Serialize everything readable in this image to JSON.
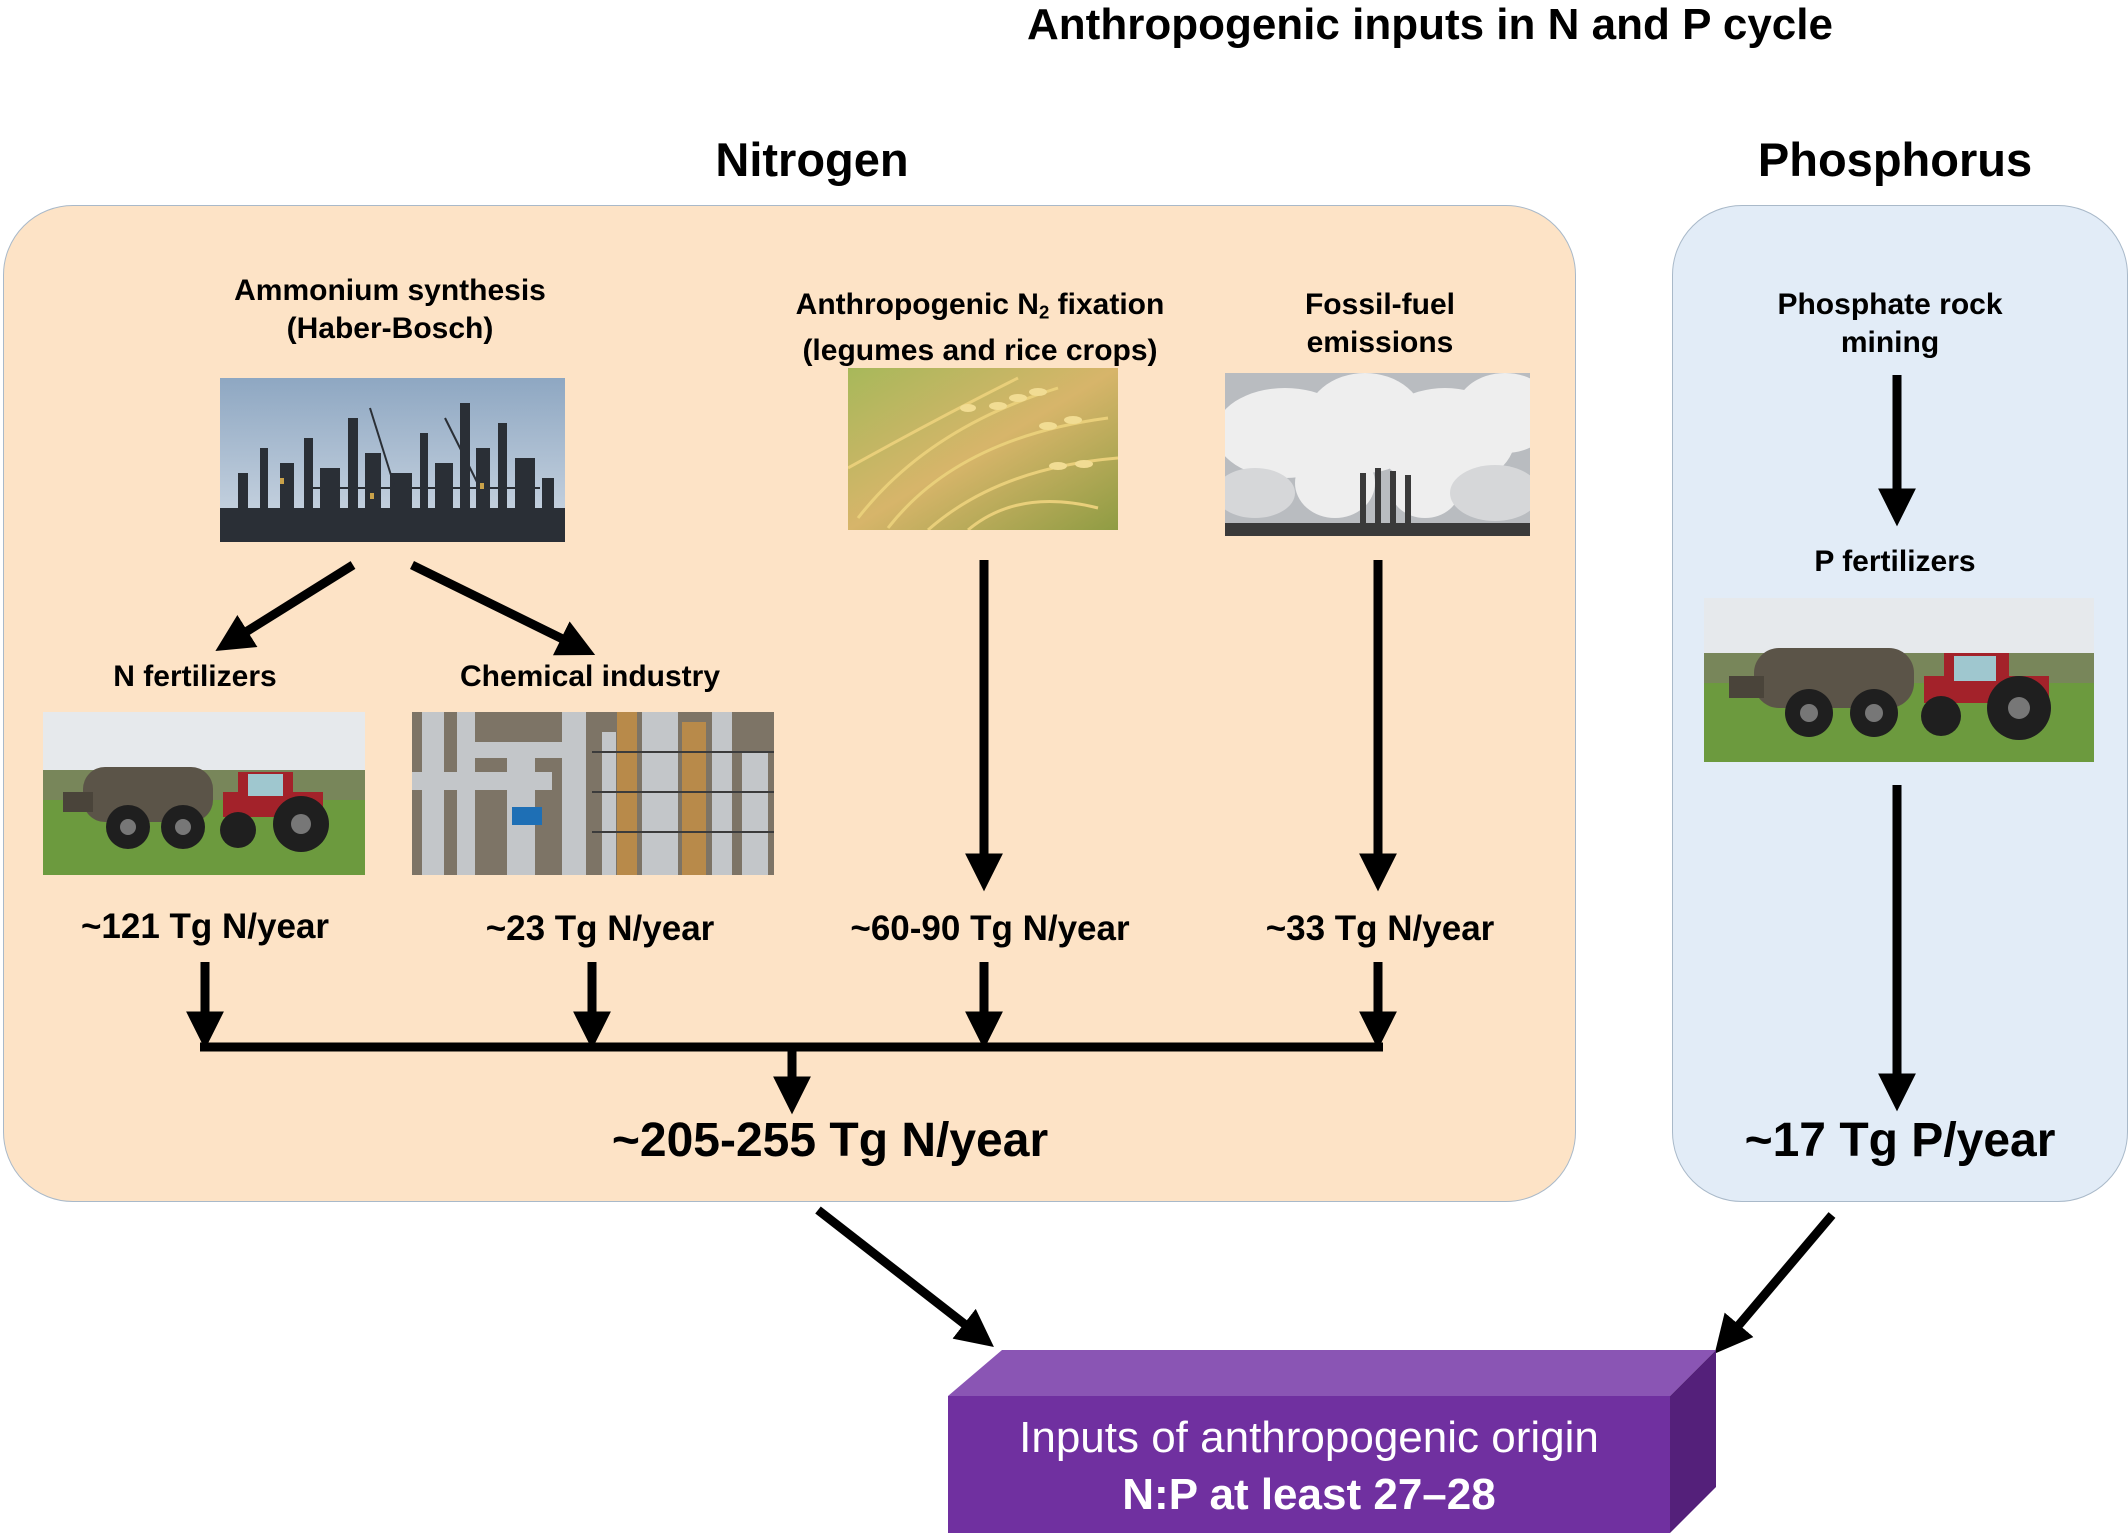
{
  "title": "Anthropogenic inputs in N and P cycle",
  "nitrogen": {
    "heading": "Nitrogen",
    "sources": {
      "haber_bosch": {
        "line1": "Ammonium synthesis",
        "line2": "(Haber-Bosch)",
        "image": "refinery-photo"
      },
      "n2_fixation": {
        "line1_pre": "Anthropogenic N",
        "line1_sub": "2",
        "line1_post": " fixation",
        "line2": "(legumes and rice crops)",
        "image": "rice-crop-photo"
      },
      "fossil_fuel": {
        "line1": "Fossil-fuel",
        "line2": "emissions",
        "image": "power-plant-smoke-photo"
      }
    },
    "products": {
      "n_fertilizers": {
        "label": "N fertilizers",
        "image": "tractor-tanker-photo"
      },
      "chemical_industry": {
        "label": "Chemical industry",
        "image": "chemical-plant-pipes-photo"
      }
    },
    "flows": {
      "n_fertilizers": "~121 Tg N/year",
      "chemical_industry": "~23 Tg N/year",
      "n2_fixation": "~60-90 Tg N/year",
      "fossil_fuel": "~33 Tg N/year"
    },
    "total": "~205-255 Tg N/year"
  },
  "phosphorus": {
    "heading": "Phosphorus",
    "source": {
      "line1": "Phosphate rock",
      "line2": "mining"
    },
    "product": {
      "label": "P fertilizers",
      "image": "tractor-tanker-photo"
    },
    "total": "~17 Tg P/year"
  },
  "result": {
    "line1": "Inputs of anthropogenic origin",
    "line2": "N:P at least 27–28"
  },
  "colors": {
    "nitrogen_panel": "#fde3c6",
    "phosphorus_panel": "#e2ecf7",
    "result_front": "#7030a0",
    "result_top": "#8a55b4",
    "result_side": "#54207a",
    "arrow": "#000000"
  }
}
